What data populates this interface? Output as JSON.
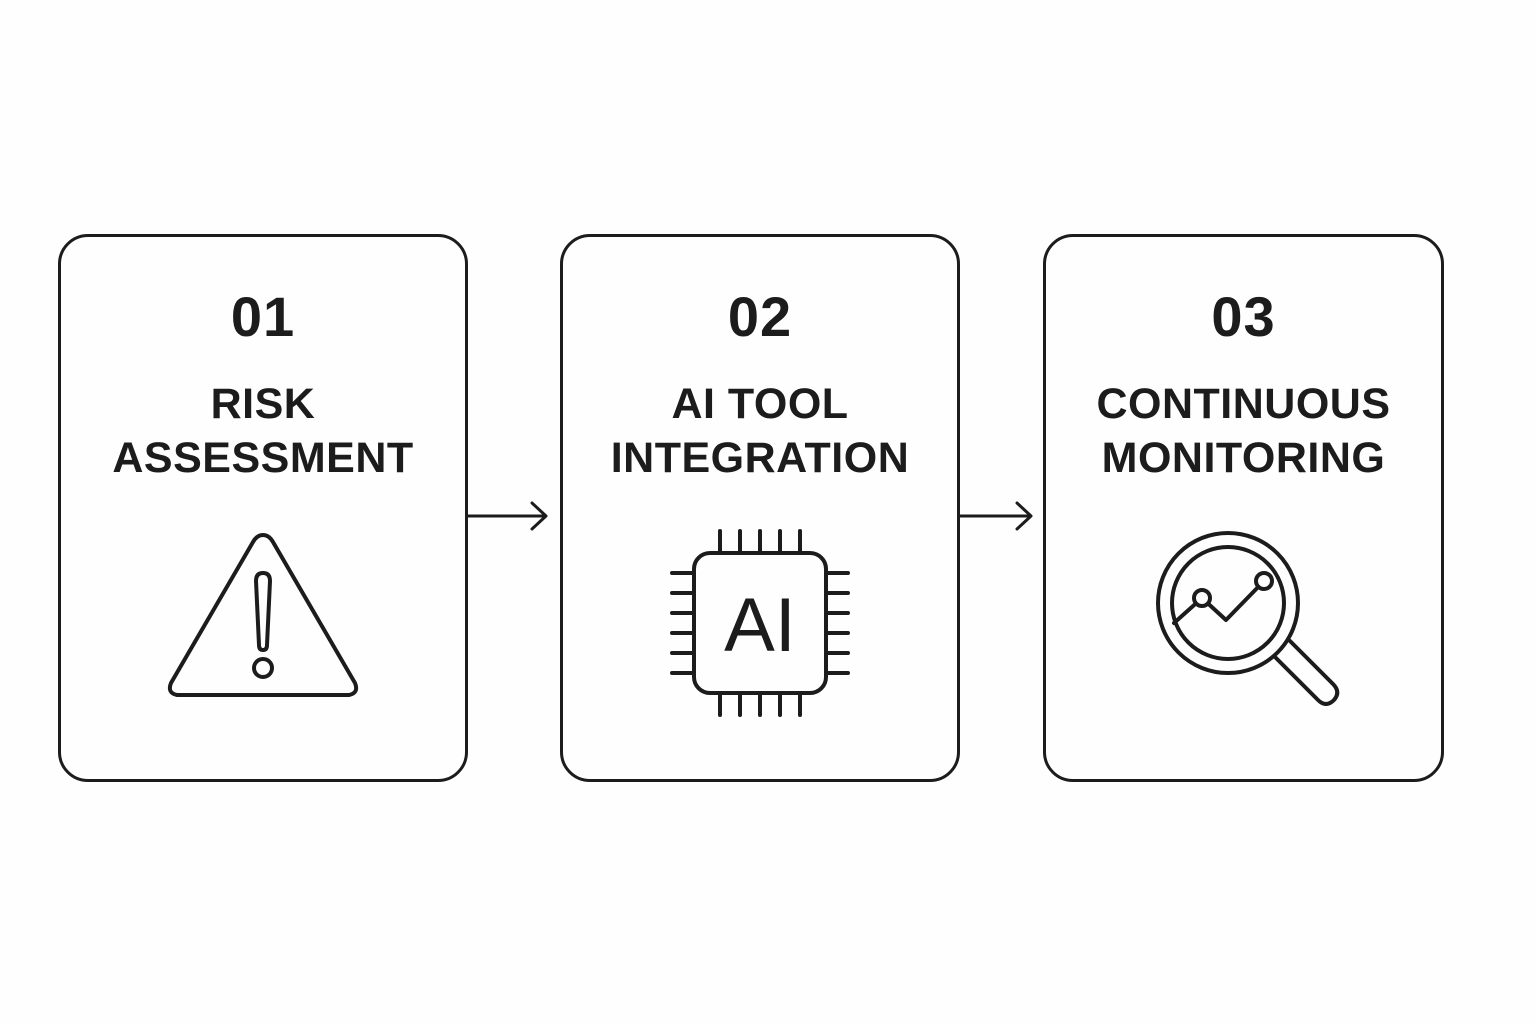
{
  "steps": [
    {
      "number": "01",
      "title_lines": [
        "RISK",
        "ASSESSMENT"
      ],
      "icon": "warning-triangle-icon"
    },
    {
      "number": "02",
      "title_lines": [
        "AI TOOL",
        "INTEGRATION"
      ],
      "icon": "ai-chip-icon",
      "icon_text": "AI"
    },
    {
      "number": "03",
      "title_lines": [
        "CONTINUOUS",
        "MONITORING"
      ],
      "icon": "magnifier-chart-icon"
    }
  ],
  "colors": {
    "stroke": "#1c1c1c",
    "background": "#fefefe"
  }
}
